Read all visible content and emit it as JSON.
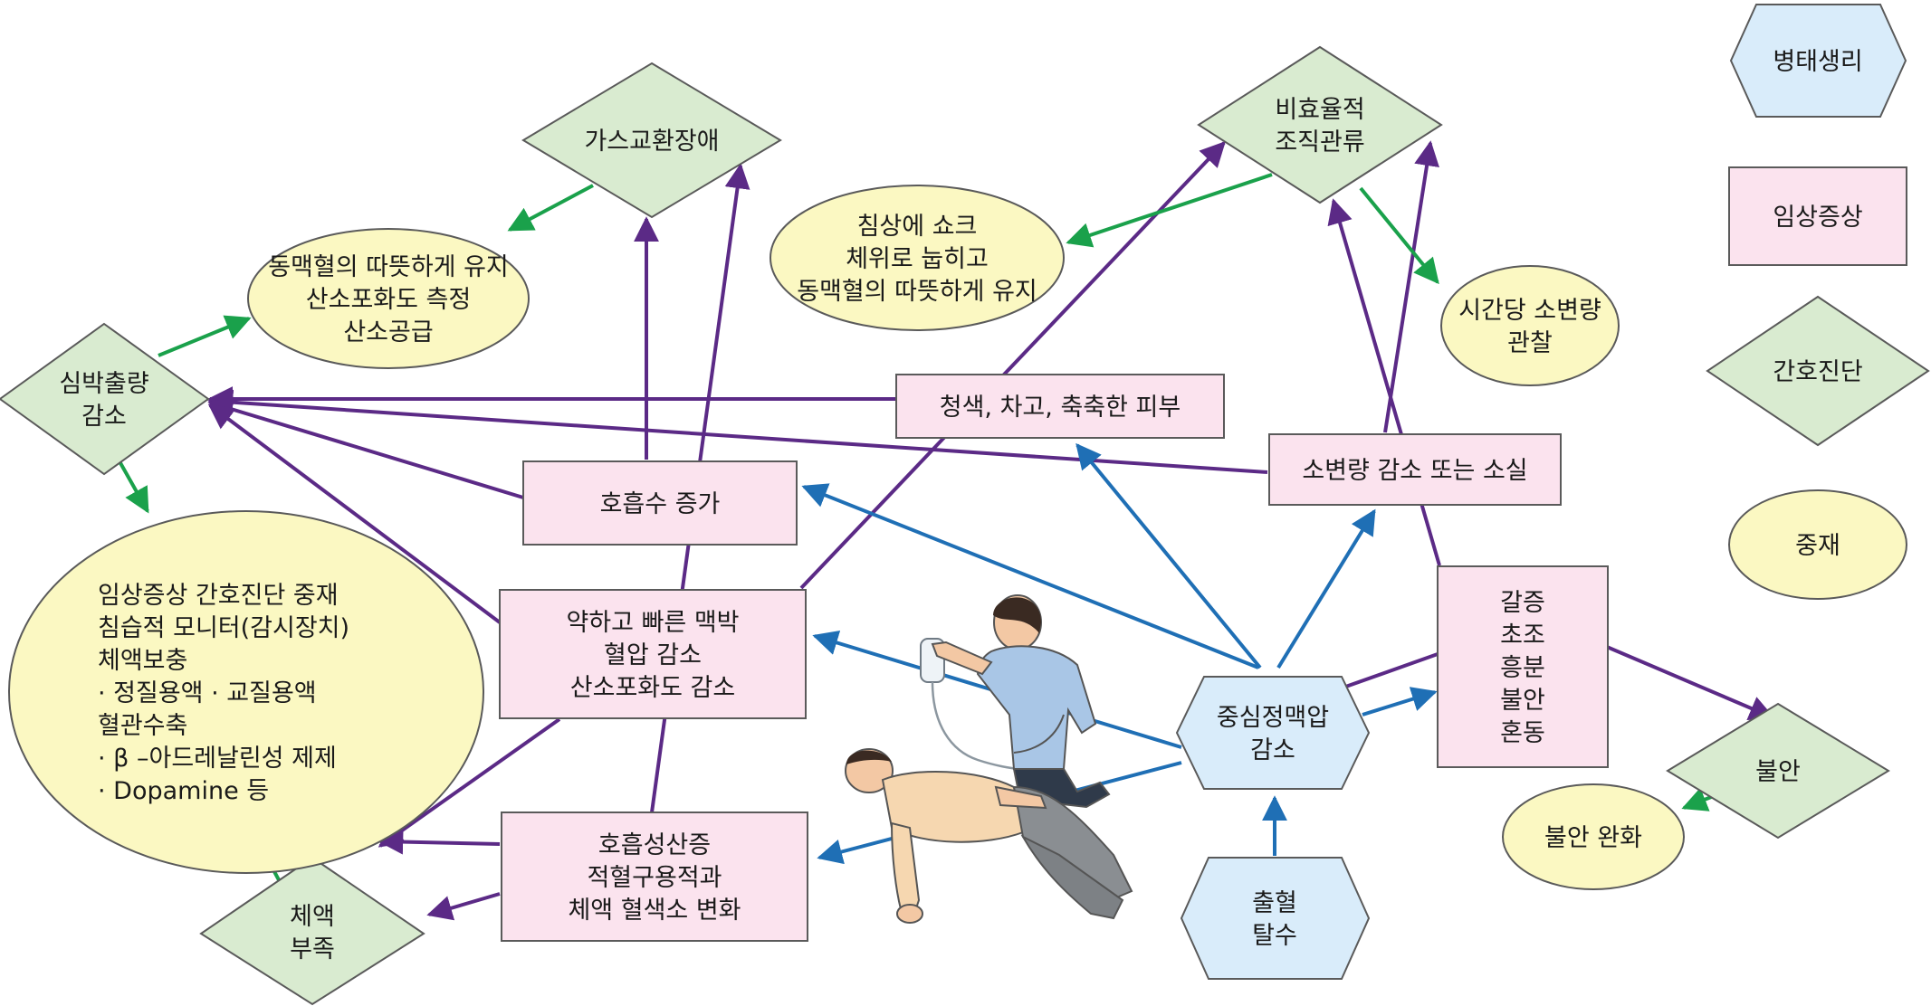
{
  "colors": {
    "pathophysiology": "#d9ecfa",
    "symptom": "#fbe3ee",
    "diagnosis": "#d9ebd0",
    "intervention": "#fbf8c2",
    "stroke": "#5a5a5a",
    "arrow_purple": "#5b2a86",
    "arrow_blue": "#1f6fb5",
    "arrow_green": "#1aa14b"
  },
  "legend": {
    "pathophysiology": "병태생리",
    "symptom": "임상증상",
    "diagnosis": "간호진단",
    "intervention": "중재"
  },
  "nodes": {
    "cvp": [
      "중심정맥압",
      "감소"
    ],
    "bleeding": [
      "출혈",
      "탈수"
    ],
    "resp_rate": [
      "호흡수 증가"
    ],
    "pulse": [
      "약하고 빠른 맥박",
      "혈압 감소",
      "산소포화도 감소"
    ],
    "acidosis": [
      "호흡성산증",
      "적혈구용적과",
      "체액 혈색소 변화"
    ],
    "skin": [
      "청색, 차고, 축축한 피부"
    ],
    "urine": [
      "소변량 감소 또는 소실"
    ],
    "thirst": [
      "갈증",
      "초조",
      "흥분",
      "불안",
      "혼동"
    ],
    "cardiac_output": [
      "심박출량",
      "감소"
    ],
    "gas_exchange": [
      "가스교환장애"
    ],
    "perfusion": [
      "비효율적",
      "조직관류"
    ],
    "fluid_deficit": [
      "체액",
      "부족"
    ],
    "anxiety": [
      "불안"
    ],
    "int_gas": [
      "동맥혈의 따뜻하게 유지",
      "산소포화도 측정",
      "산소공급"
    ],
    "int_shock": [
      "침상에 쇼크",
      "체위로 눕히고",
      "동맥혈의 따뜻하게 유지"
    ],
    "int_urine": [
      "시간당 소변량",
      "관찰"
    ],
    "int_main": [
      "임상증상 간호진단 중재",
      "침습적 모니터(감시장치)",
      "체액보충",
      "· 정질용액 · 교질용액",
      "혈관수축",
      "· β –아드레날린성 제제",
      "· Dopamine 등"
    ],
    "int_anxiety": [
      "불안 완화"
    ]
  }
}
